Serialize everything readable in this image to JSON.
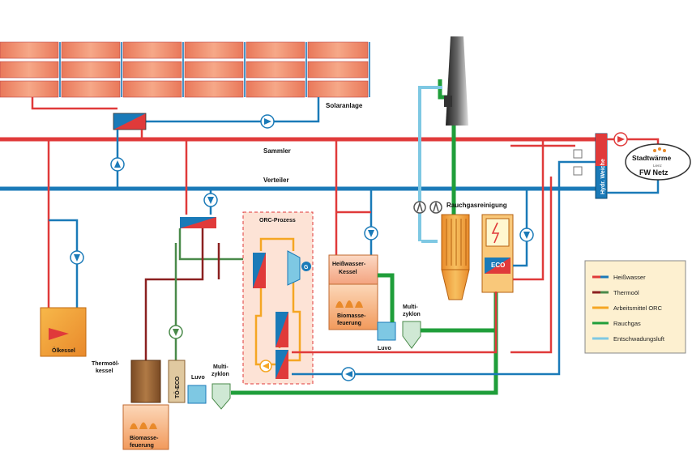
{
  "labels": {
    "solaranlage": "Solaranlage",
    "sammler": "Sammler",
    "verteiler": "Verteiler",
    "orc_prozess": "ORC-Prozess",
    "rauchgasreinigung": "Rauchgasreinigung",
    "eco": "ECO",
    "hydr_weiche": "Hydr. Weiche",
    "stadtwaerme": "Stadtwärme",
    "lienz": "Lienz",
    "fw_netz": "FW Netz",
    "heisswasser_kessel_1": "Heißwasser-",
    "heisswasser_kessel_2": "Kessel",
    "biomasse_1": "Biomasse-",
    "biomasse_2": "feuerung",
    "multi_1": "Multi-",
    "zyklon": "zyklon",
    "luvo": "Luvo",
    "oelkessel": "Ölkessel",
    "thermooel_1": "Thermoöl-",
    "thermooel_2": "kessel",
    "to_eco": "TÖ-ECO",
    "g": "G"
  },
  "legend": {
    "items": [
      {
        "label": "Heißwasser",
        "color": "#e03a3a",
        "color2": "#1a7ab8"
      },
      {
        "label": "Thermoöl",
        "color": "#8b2020",
        "color2": "#4a8a4a"
      },
      {
        "label": "Arbeitsmittel ORC",
        "color": "#f5a623"
      },
      {
        "label": "Rauchgas",
        "color": "#1f9e3a"
      },
      {
        "label": "Entschwadungsluft",
        "color": "#7ec8e3"
      }
    ]
  },
  "colors": {
    "hot": "#e03a3a",
    "cold": "#1a7ab8",
    "oil_hot": "#8b2020",
    "oil_cold": "#4a8a4a",
    "orc": "#f5a623",
    "flue": "#1f9e3a",
    "vapor": "#7ec8e3"
  }
}
